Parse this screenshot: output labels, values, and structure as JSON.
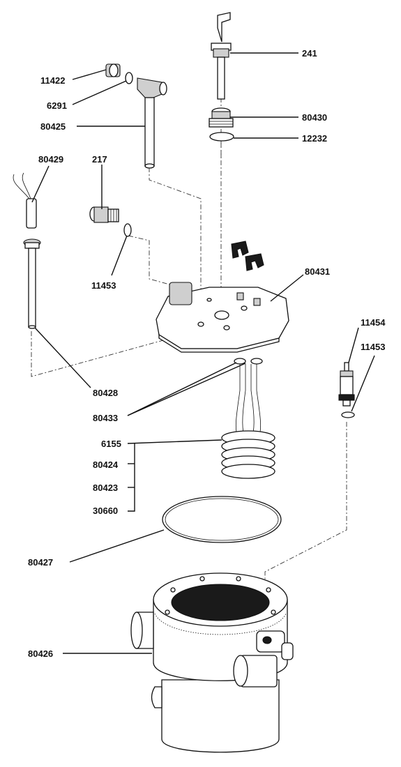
{
  "labels": {
    "p241": "241",
    "p11422": "11422",
    "p6291": "6291",
    "p80425": "80425",
    "p80430": "80430",
    "p12232": "12232",
    "p80429": "80429",
    "p217": "217",
    "p11453_upper": "11453",
    "p80431": "80431",
    "p11454": "11454",
    "p11453_lower": "11453",
    "p80428": "80428",
    "p80433": "80433",
    "p6155": "6155",
    "p80424": "80424",
    "p80423": "80423",
    "p30660": "30660",
    "p80427": "80427",
    "p80426": "80426"
  }
}
